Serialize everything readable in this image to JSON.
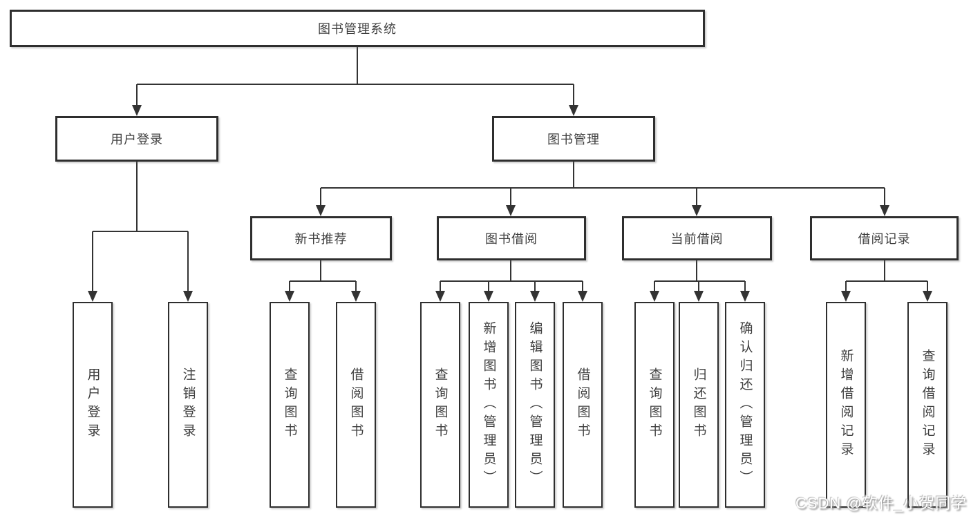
{
  "root": {
    "label": "图书管理系统"
  },
  "level1": [
    {
      "label": "用户登录"
    },
    {
      "label": "图书管理"
    }
  ],
  "level2": [
    {
      "label": "新书推荐"
    },
    {
      "label": "图书借阅"
    },
    {
      "label": "当前借阅"
    },
    {
      "label": "借阅记录"
    }
  ],
  "leaves": {
    "user_login": [
      "用户登录",
      "注销登录"
    ],
    "new_book": [
      "查询图书",
      "借阅图书"
    ],
    "book_borrow": [
      "查询图书",
      "新增图书（管理员）",
      "编辑图书（管理员）",
      "借阅图书"
    ],
    "current_borrow": [
      "查询图书",
      "归还图书",
      "确认归还（管理员）"
    ],
    "borrow_records": [
      "新增借阅记录",
      "查询借阅记录"
    ]
  },
  "watermark": {
    "text": "CSDN @软件_小贺同学"
  },
  "colors": {
    "line": "#333333",
    "border": "#2e2e2e",
    "text": "#3f3f3f"
  }
}
